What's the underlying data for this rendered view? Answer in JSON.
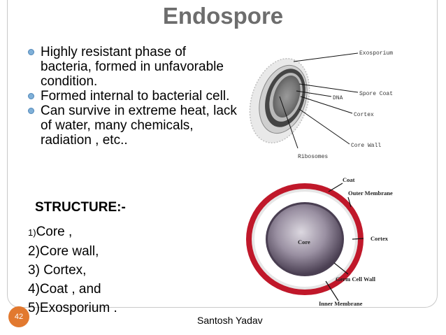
{
  "slide": {
    "title": "Endospore",
    "bullets": [
      "Highly resistant phase of bacteria, formed in unfavorable condition.",
      "Formed  internal to bacterial cell.",
      "Can survive in extreme heat, lack of water, many chemicals, radiation , etc.."
    ],
    "structure_heading": "STRUCTURE:-",
    "structure_items": [
      {
        "num": "1)",
        "text": "Core ,"
      },
      {
        "num": "2)",
        "text": "Core wall,"
      },
      {
        "num": "3) ",
        "text": "Cortex,"
      },
      {
        "num": "4)",
        "text": "Coat , and"
      },
      {
        "num": "5)",
        "text": "Exosporium ."
      }
    ],
    "page_number": "42",
    "author": "Santosh Yadav"
  },
  "diagram_top": {
    "labels": [
      "Exosporium",
      "Spore Coat",
      "DNA",
      "Cortex",
      "Core Wall",
      "Ribosomes"
    ]
  },
  "diagram_bottom": {
    "core_label": "Core",
    "labels": [
      "Coat",
      "Outer Membrane",
      "Cortex",
      "Germ Cell Wall",
      "Inner Membrane"
    ],
    "colors": {
      "coat": "#c0182a",
      "core_light": "#d8d4dc",
      "core_dark": "#4a3f52"
    }
  },
  "colors": {
    "title": "#6d6d6d",
    "bullet": "#7fb0d8",
    "page_badge": "#e2792f"
  }
}
